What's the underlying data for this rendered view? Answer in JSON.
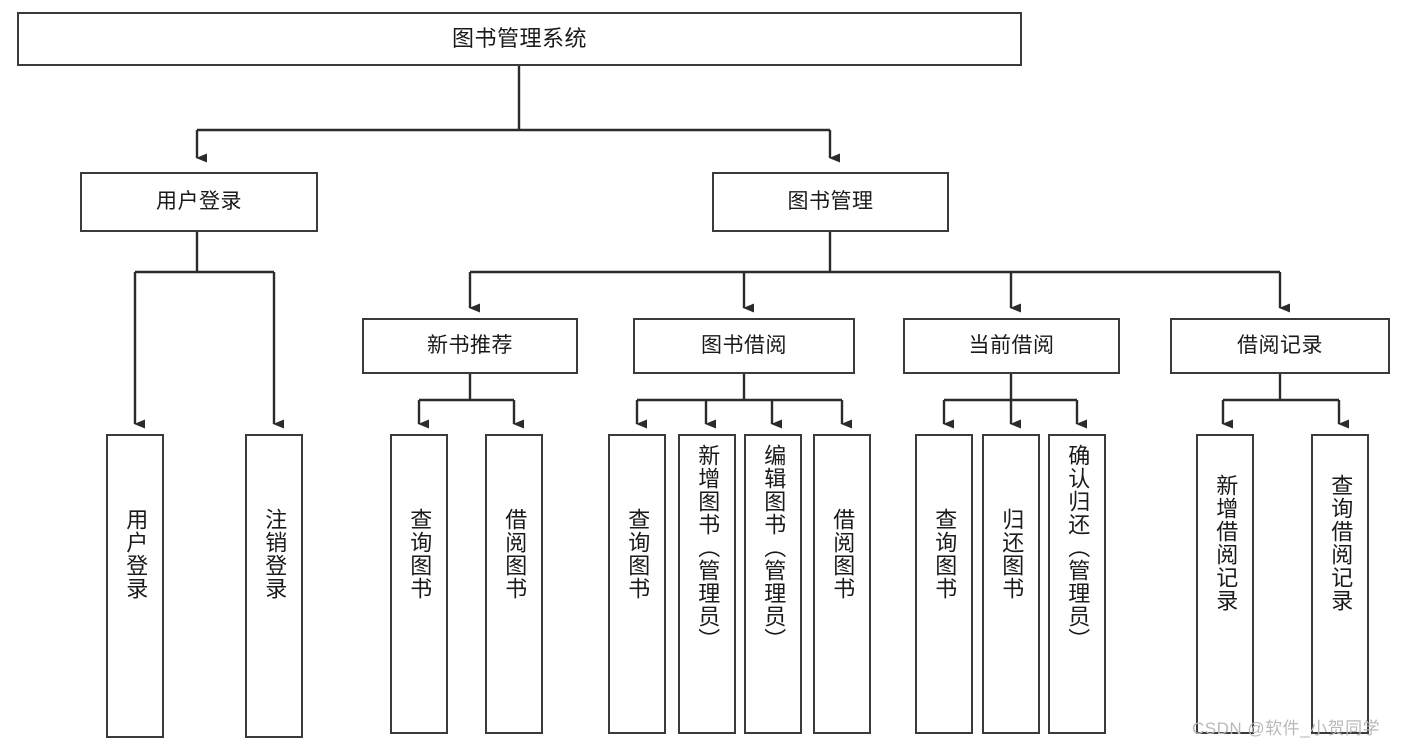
{
  "diagram": {
    "title": "图书管理系统",
    "type": "功能结构图",
    "watermark": "CSDN @软件_小贺同学",
    "style": {
      "border_color": "#3a3a3a",
      "background_color": "#ffffff",
      "text_color": "#1a1a1a",
      "connector_color": "#2b2b2b",
      "watermark_color": "#b9b9b9"
    },
    "levels": {
      "level1": "系统",
      "level2": "模块",
      "level3": "子模块",
      "level4": "功能"
    },
    "nodes": {
      "root": {
        "label": "图书管理系统"
      },
      "level2": [
        {
          "id": "user-login",
          "label": "用户登录"
        },
        {
          "id": "book-manage",
          "label": "图书管理"
        }
      ],
      "user_login_children": [
        {
          "id": "login",
          "label": "用户登录"
        },
        {
          "id": "logout",
          "label": "注销登录"
        }
      ],
      "book_manage_children": [
        {
          "id": "new-book-rec",
          "label": "新书推荐"
        },
        {
          "id": "book-borrow",
          "label": "图书借阅"
        },
        {
          "id": "current-borrow",
          "label": "当前借阅"
        },
        {
          "id": "borrow-record",
          "label": "借阅记录"
        }
      ],
      "new_book_rec_children": [
        {
          "id": "query-book-1",
          "label": "查询图书"
        },
        {
          "id": "borrow-book-1",
          "label": "借阅图书"
        }
      ],
      "book_borrow_children": [
        {
          "id": "query-book-2",
          "label": "查询图书"
        },
        {
          "id": "add-book",
          "label": "新增图书（管理员）"
        },
        {
          "id": "edit-book",
          "label": "编辑图书（管理员）"
        },
        {
          "id": "borrow-book-2",
          "label": "借阅图书"
        }
      ],
      "current_borrow_children": [
        {
          "id": "query-book-3",
          "label": "查询图书"
        },
        {
          "id": "return-book",
          "label": "归还图书"
        },
        {
          "id": "confirm-return",
          "label": "确认归还（管理员）"
        }
      ],
      "borrow_record_children": [
        {
          "id": "add-record",
          "label": "新增借阅记录"
        },
        {
          "id": "query-record",
          "label": "查询借阅记录"
        }
      ]
    }
  }
}
